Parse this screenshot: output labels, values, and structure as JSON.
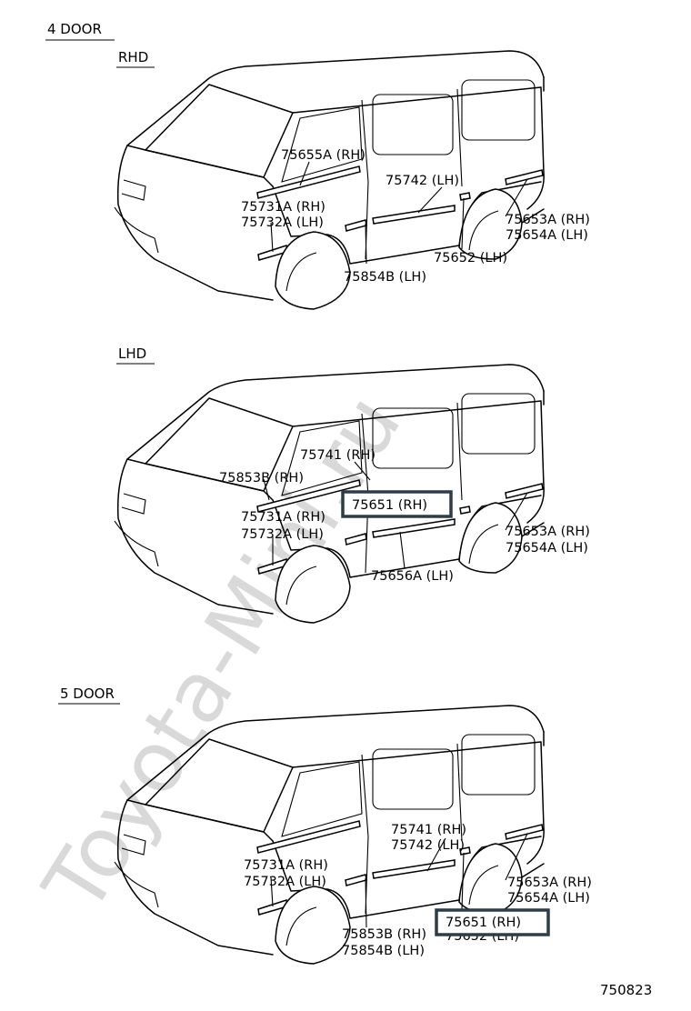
{
  "watermark": "Toyota-Mini.ru",
  "sections": [
    {
      "title": "4 DOOR",
      "subtitle": "RHD",
      "labels": [
        "75655A (RH)",
        "75742 (LH)",
        "75731A (RH)",
        "75732A (LH)",
        "75653A (RH)",
        "75654A (LH)",
        "75652 (LH)",
        "75854B (LH)"
      ]
    },
    {
      "subtitle": "LHD",
      "labels": [
        "75741 (RH)",
        "75853B (RH)",
        "75651 (RH)",
        "75731A (RH)",
        "75732A (LH)",
        "75653A (RH)",
        "75654A (LH)",
        "75656A (LH)"
      ]
    },
    {
      "title": "5 DOOR",
      "labels": [
        "75741 (RH)",
        "75742 (LH)",
        "75731A (RH)",
        "75732A (LH)",
        "75653A (RH)",
        "75654A (LH)",
        "75651 (RH)",
        "75652 (LH)",
        "75853B (RH)",
        "75854B (LH)"
      ]
    }
  ],
  "figure_id": "750823"
}
